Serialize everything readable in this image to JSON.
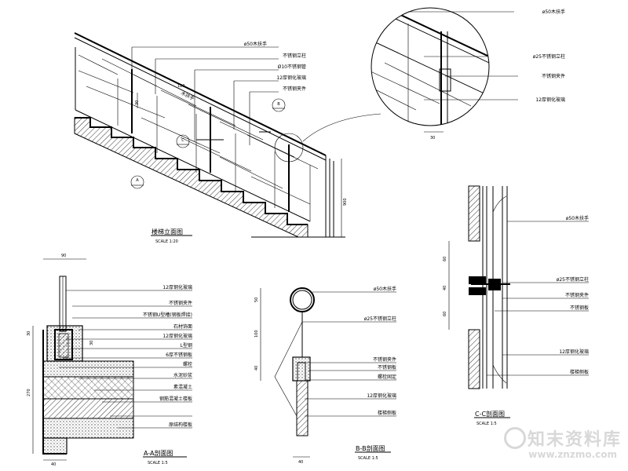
{
  "labels": {
    "elevation": [
      "ø50木扶手",
      "不锈钢立柱",
      "Ø10不锈钢管",
      "12厚钢化玻璃",
      "不锈钢夹件",
      "木扶手"
    ],
    "detail": [
      "ø50木扶手",
      "ø25不锈钢立柱",
      "12厚钢化玻璃",
      "不锈钢夹件"
    ],
    "aa": [
      "12厚钢化玻璃",
      "不锈钢夹件",
      "不锈钢U型槽(钢板焊接)",
      "石材饰面",
      "12厚钢化玻璃",
      "L型钢",
      "6厚不锈钢板",
      "螺栓",
      "水泥砂浆",
      "素混凝土",
      "钢筋混凝土楼板",
      "原结构楼板"
    ],
    "bb": [
      "ø50木扶手",
      "ø25不锈钢立柱",
      "不锈钢夹件",
      "不锈钢板",
      "螺栓固定",
      "12厚钢化玻璃",
      "楼梯侧板"
    ],
    "cc": [
      "ø50木扶手",
      "ø25不锈钢立柱",
      "不锈钢夹件",
      "不锈钢板",
      "12厚钢化玻璃",
      "楼梯侧板"
    ]
  },
  "dims": {
    "d30a": "30",
    "d120": "120",
    "d900": "900",
    "d30b": "30",
    "d90": "90",
    "d30c": "30",
    "d270": "270",
    "d40a": "40",
    "d30d": "30",
    "d50a": "50",
    "d100": "100",
    "d40b": "40",
    "d40c": "40",
    "d60a": "60",
    "d40d": "40",
    "d60b": "60"
  },
  "markers": {
    "a": "A",
    "b": "B",
    "c": "C"
  },
  "titles": {
    "elevation": "楼梯立面图",
    "elevation_scale": "SCALE 1:20",
    "aa": "A-A剖面图",
    "aa_scale": "SCALE 1:5",
    "bb": "B-B剖面图",
    "bb_scale": "SCALE 1:5",
    "cc": "C-C剖面图",
    "cc_scale": "SCALE 1:5"
  },
  "watermark": {
    "name": "知末资料库",
    "url": "www.znzmo.com"
  },
  "colors": {
    "line": "#000000",
    "watermark": "#d8d8d8"
  }
}
